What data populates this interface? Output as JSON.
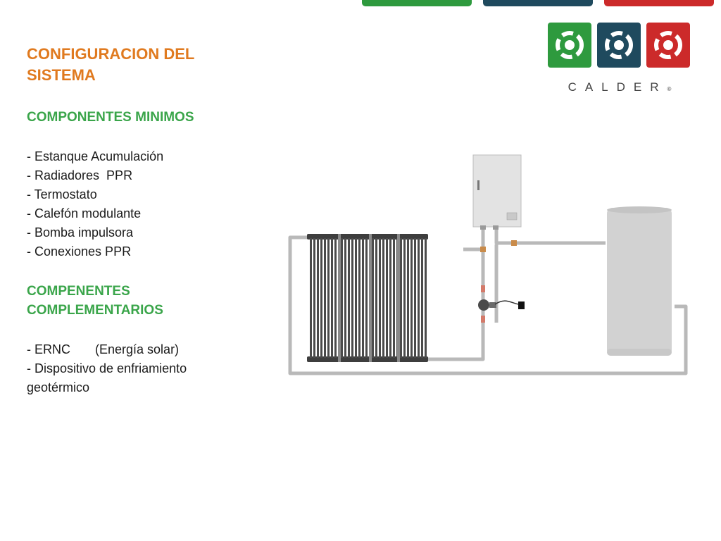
{
  "colors": {
    "title": "#e07a1f",
    "section": "#3aa54a",
    "tab_green": "#2e9a3e",
    "tab_blue": "#1f4a5e",
    "tab_red": "#cc2a2a",
    "pipe": "#b9b9b9",
    "tank": "#d2d2d2"
  },
  "header": {
    "title_line1": "CONFIGURACION DEL",
    "title_line2": "SISTEMA"
  },
  "minimos": {
    "heading": "COMPONENTES MINIMOS",
    "items": [
      "- Estanque Acumulación",
      "- Radiadores  PPR",
      "- Termostato",
      "- Calefón modulante",
      "- Bomba impulsora",
      "- Conexiones PPR"
    ]
  },
  "complementarios": {
    "heading_line1": "COMPENENTES",
    "heading_line2": "COMPLEMENTARIOS",
    "items": [
      "- ERNC       (Energía solar)",
      "- Dispositivo de enfriamiento",
      "geotérmico"
    ]
  },
  "logo": {
    "brand": "CALDER",
    "mark": "®",
    "icons": [
      "green-circle-arrows-icon",
      "blue-circle-arrows-icon",
      "red-circle-arrows-icon"
    ]
  }
}
